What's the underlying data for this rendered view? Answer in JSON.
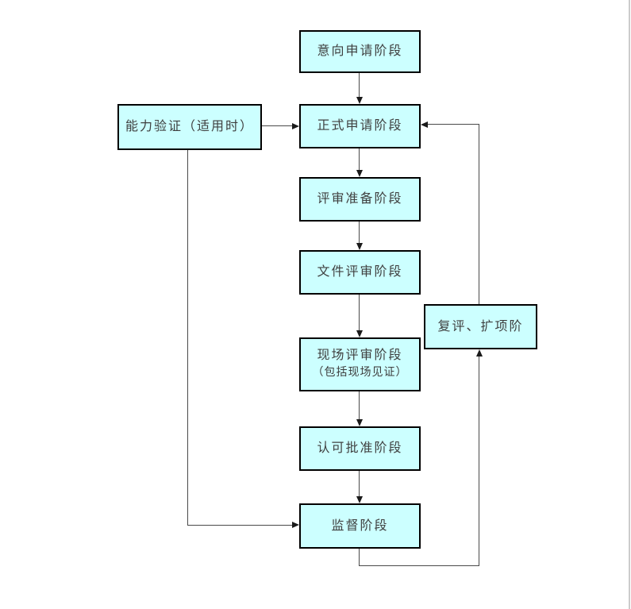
{
  "diagram": {
    "type": "flowchart",
    "background_color": "#ffffff",
    "node_fill_color": "#ccffff",
    "node_border_color": "#000000",
    "connector_color": "#4a4a4a",
    "text_color": "#3f3f3f",
    "right_edge_line_color": "#cccccc",
    "nodes": {
      "intent": {
        "label": "意向申请阶段"
      },
      "capability": {
        "label": "能力验证（适用时）"
      },
      "formal": {
        "label": "正式申请阶段"
      },
      "prep": {
        "label": "评审准备阶段"
      },
      "doc_review": {
        "label": "文件评审阶段"
      },
      "reexpand": {
        "label": "复评、扩项阶"
      },
      "onsite": {
        "label": "现场评审阶段",
        "sublabel": "（包括现场见证）"
      },
      "approval": {
        "label": "认可批准阶段"
      },
      "supervision": {
        "label": "监督阶段"
      }
    },
    "edges": [
      {
        "from": "意向申请阶段",
        "to": "正式申请阶段"
      },
      {
        "from": "能力验证（适用时）",
        "to": "正式申请阶段"
      },
      {
        "from": "正式申请阶段",
        "to": "评审准备阶段"
      },
      {
        "from": "评审准备阶段",
        "to": "文件评审阶段"
      },
      {
        "from": "文件评审阶段",
        "to": "现场评审阶段（包括现场见证）"
      },
      {
        "from": "现场评审阶段（包括现场见证）",
        "to": "认可批准阶段"
      },
      {
        "from": "认可批准阶段",
        "to": "监督阶段"
      },
      {
        "from": "能力验证（适用时）",
        "to": "监督阶段"
      },
      {
        "from": "监督阶段",
        "to": "复评、扩项阶"
      },
      {
        "from": "复评、扩项阶",
        "to": "正式申请阶段"
      }
    ]
  }
}
